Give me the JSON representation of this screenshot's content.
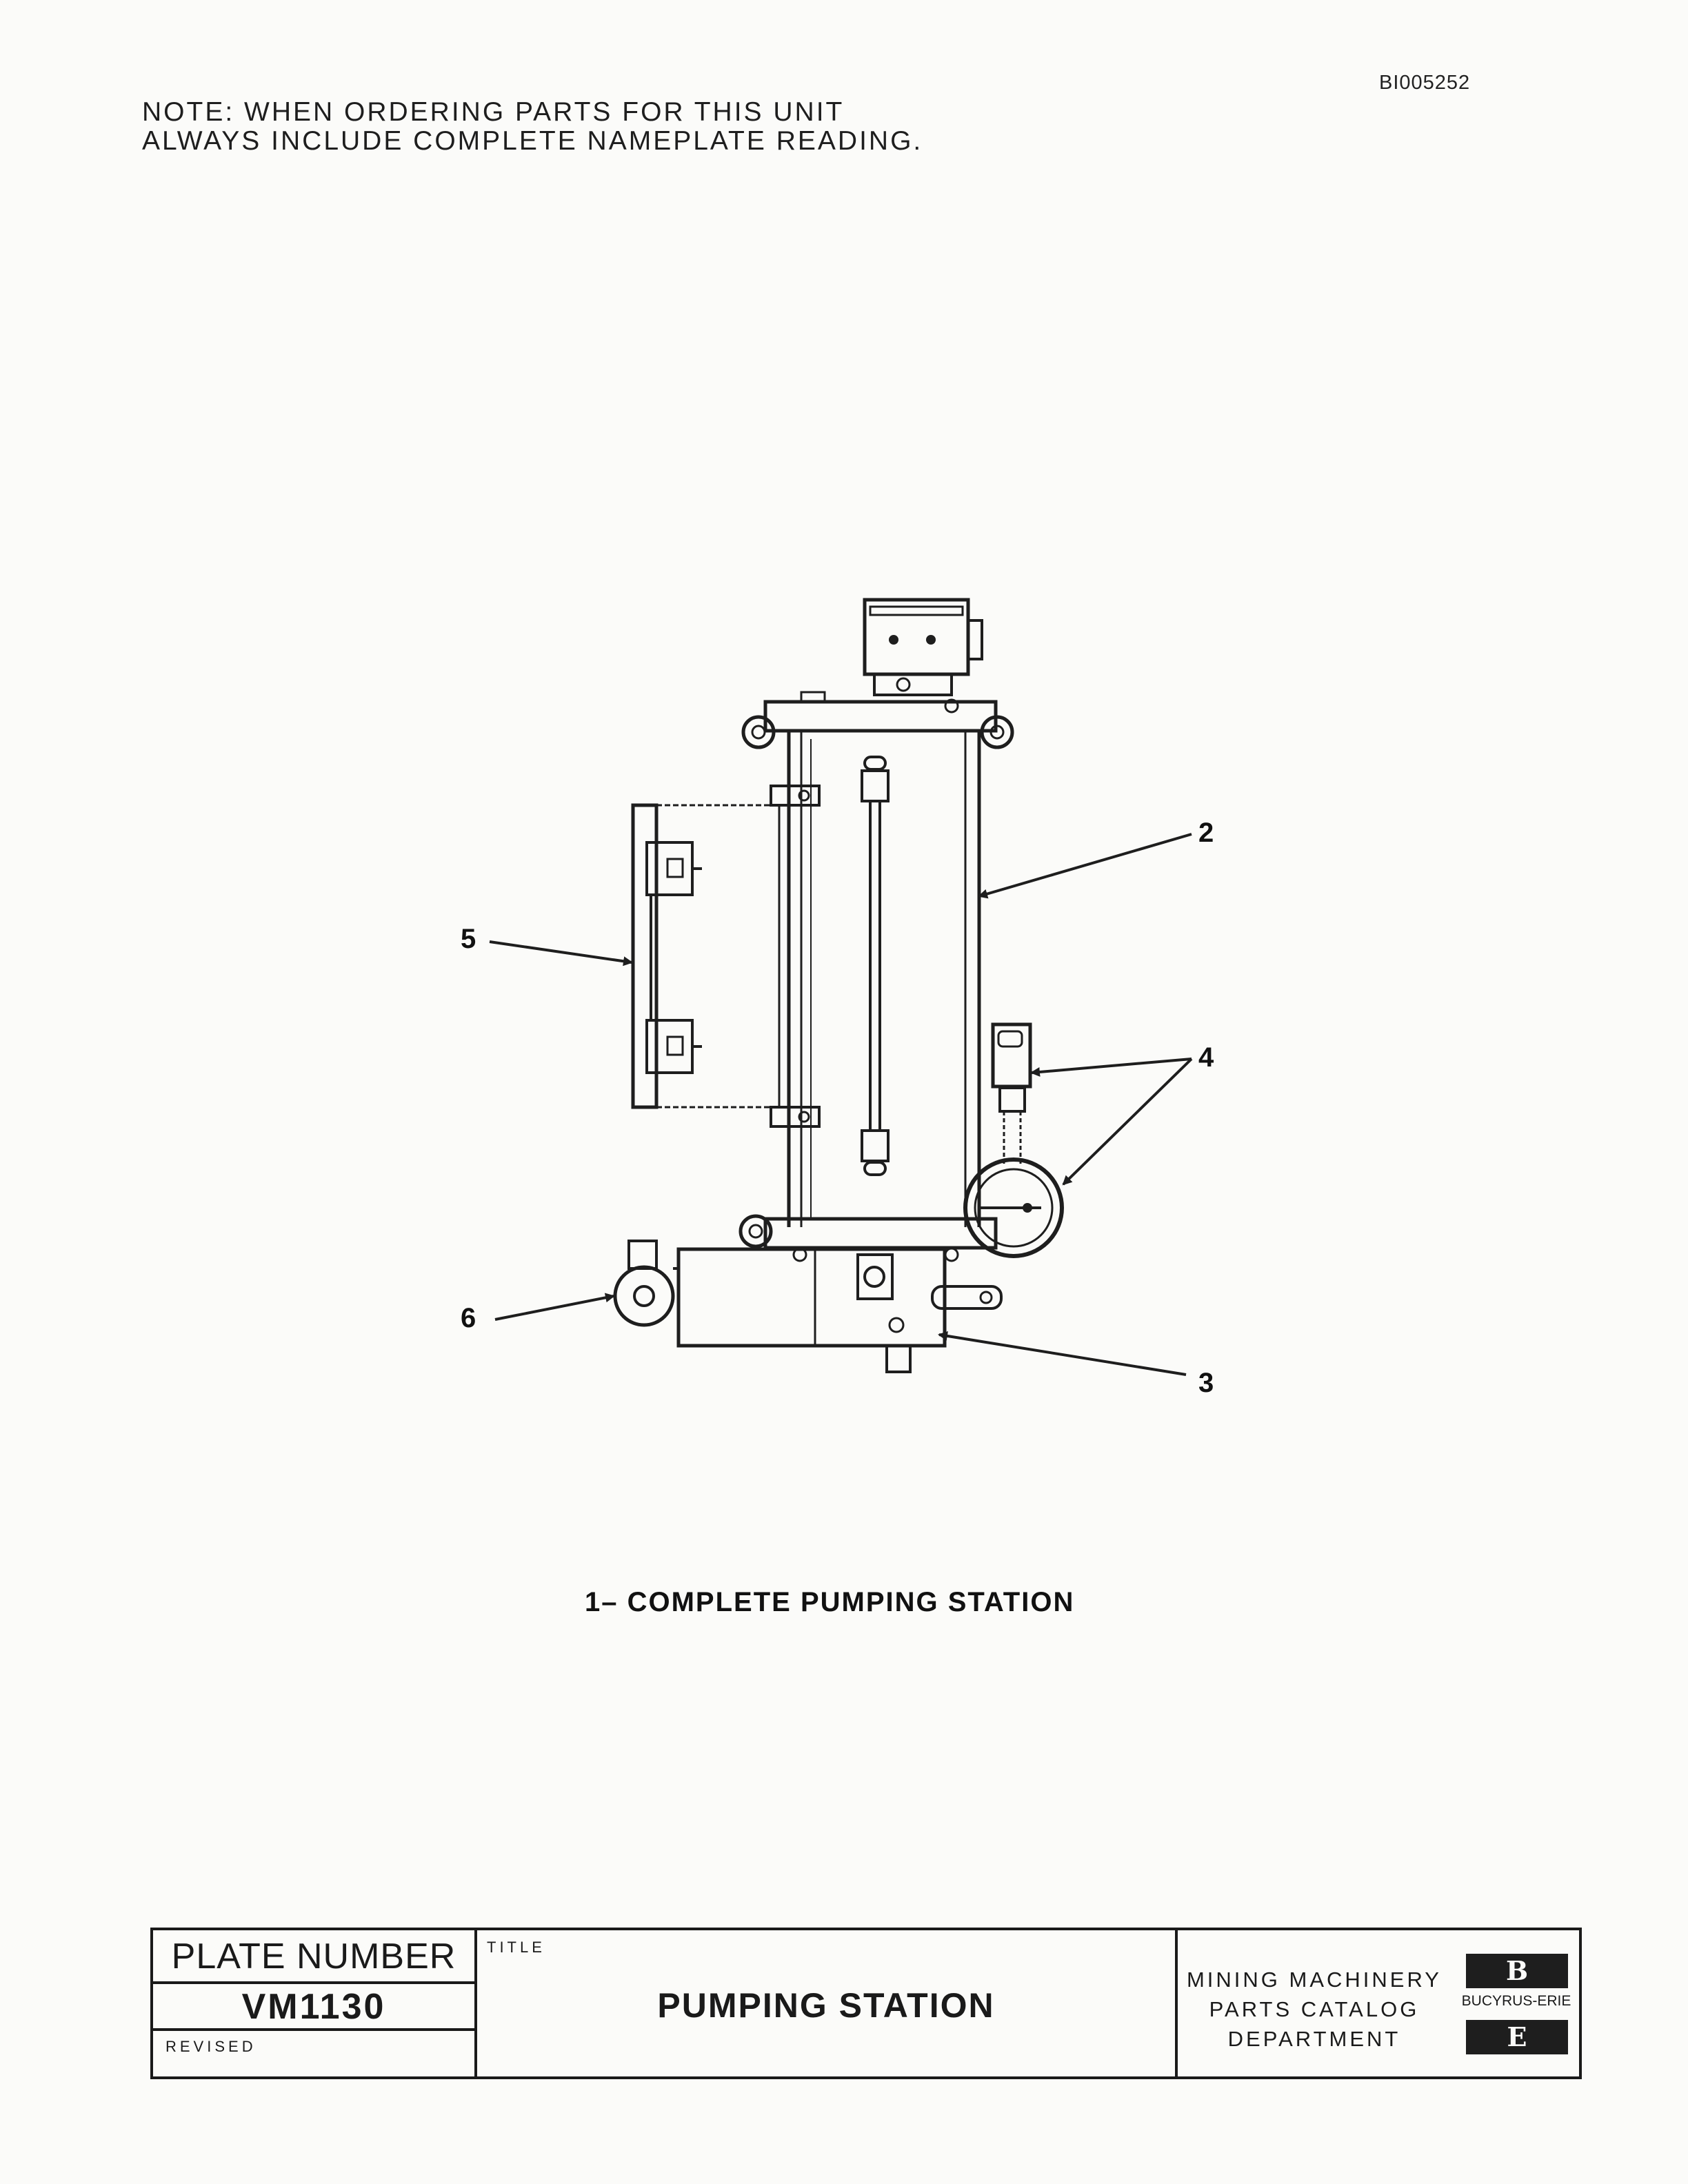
{
  "doc_id": "BI005252",
  "note": {
    "line1": "NOTE:  WHEN ORDERING PARTS FOR THIS UNIT",
    "line2": "ALWAYS INCLUDE COMPLETE NAMEPLATE READING."
  },
  "callouts": {
    "c2": "2",
    "c3": "3",
    "c4": "4",
    "c5": "5",
    "c6": "6"
  },
  "caption": "1– COMPLETE PUMPING STATION",
  "title_block": {
    "plate_label": "PLATE NUMBER",
    "plate_number": "VM1130",
    "revised_label": "REVISED",
    "title_label": "TITLE",
    "title": "PUMPING STATION",
    "dept_line1": "MINING MACHINERY",
    "dept_line2": "PARTS CATALOG",
    "dept_line3": "DEPARTMENT",
    "logo_text": "BUCYRUS-ERIE"
  },
  "colors": {
    "ink": "#1a1a1a",
    "paper": "#fbfbf9"
  }
}
